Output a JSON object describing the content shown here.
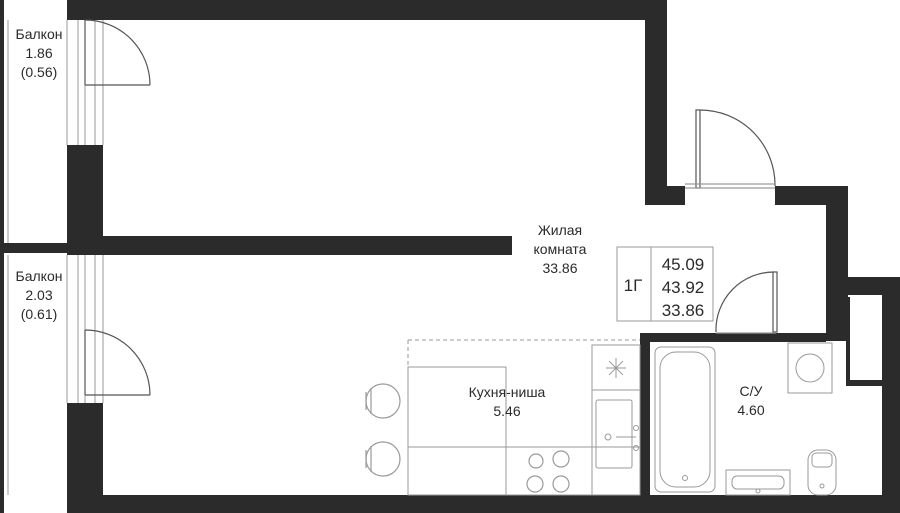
{
  "rooms": {
    "balcony_top": {
      "name": "Балкон",
      "area": "1.86",
      "area_coef": "(0.56)"
    },
    "balcony_bottom": {
      "name": "Балкон",
      "area": "2.03",
      "area_coef": "(0.61)"
    },
    "living": {
      "name_line1": "Жилая",
      "name_line2": "комната",
      "area": "33.86"
    },
    "kitchen": {
      "name": "Кухня-ниша",
      "area": "5.46"
    },
    "bathroom": {
      "name": "С/У",
      "area": "4.60"
    }
  },
  "apartment_badge": {
    "type": "1Г",
    "total_area": "45.09",
    "living_total": "43.92",
    "living_area": "33.86"
  },
  "colors": {
    "wall": "#2b2b2b",
    "line": "#9a9a9a",
    "text": "#2b2b2b"
  },
  "icons": [
    "door-swing-icon",
    "bathtub-icon",
    "sink-icon",
    "toilet-icon",
    "washing-machine-icon",
    "stove-icon",
    "chair-icon",
    "hood-icon"
  ]
}
